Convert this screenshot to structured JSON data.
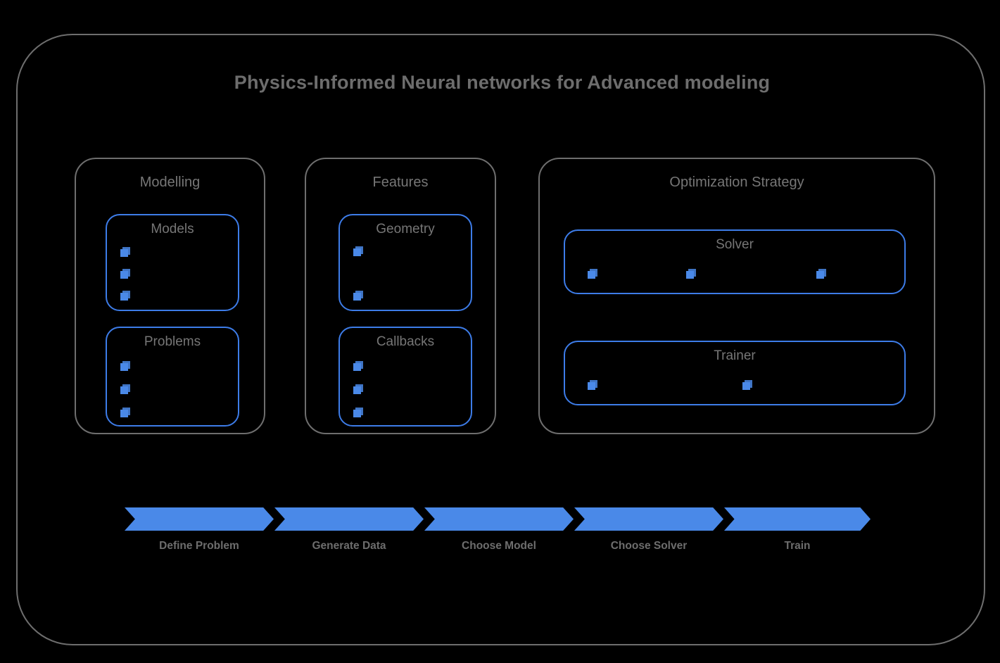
{
  "diagram": {
    "title": "Physics-Informed Neural networks for Advanced modeling",
    "colors": {
      "background": "#000000",
      "frame_border": "#6e6e6e",
      "group_border": "#6e6e6e",
      "card_border": "#3d7ce8",
      "accent_blue": "#4a89e8",
      "text_gray": "#6d6d6d"
    }
  },
  "groups": [
    {
      "label": "Modelling",
      "cards": [
        {
          "label": "Models",
          "bullet_count": 3,
          "layout": "vertical"
        },
        {
          "label": "Problems",
          "bullet_count": 3,
          "layout": "vertical"
        }
      ]
    },
    {
      "label": "Features",
      "cards": [
        {
          "label": "Geometry",
          "bullet_count": 2,
          "layout": "vertical"
        },
        {
          "label": "Callbacks",
          "bullet_count": 3,
          "layout": "vertical"
        }
      ]
    },
    {
      "label": "Optimization Strategy",
      "cards": [
        {
          "label": "Solver",
          "bullet_count": 3,
          "layout": "horizontal"
        },
        {
          "label": "Trainer",
          "bullet_count": 2,
          "layout": "horizontal"
        }
      ]
    }
  ],
  "pipeline": {
    "steps": [
      {
        "label": "Define Problem"
      },
      {
        "label": "Generate Data"
      },
      {
        "label": "Choose Model"
      },
      {
        "label": "Choose Solver"
      },
      {
        "label": "Train"
      }
    ]
  }
}
